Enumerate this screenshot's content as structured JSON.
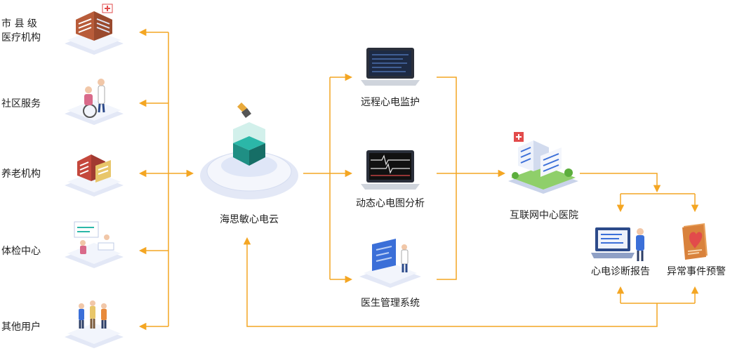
{
  "left_nodes": [
    {
      "label_line1": "市 县 级",
      "label_line2": "医疗机构",
      "icon": "hospital-building-icon"
    },
    {
      "label_line1": "社区服务",
      "label_line2": "",
      "icon": "wheelchair-care-icon"
    },
    {
      "label_line1": "养老机构",
      "label_line2": "",
      "icon": "elderly-home-building-icon"
    },
    {
      "label_line1": "体检中心",
      "label_line2": "",
      "icon": "checkup-room-icon"
    },
    {
      "label_line1": "其他用户",
      "label_line2": "",
      "icon": "people-group-icon"
    }
  ],
  "cloud": {
    "label": "海思敏心电云",
    "icon": "cloud-server-icon"
  },
  "services": [
    {
      "label": "远程心电监护",
      "icon": "laptop-monitor-icon"
    },
    {
      "label": "动态心电图分析",
      "icon": "laptop-ecg-icon"
    },
    {
      "label": "医生管理系统",
      "icon": "doctor-dashboard-icon"
    }
  ],
  "center_hospital": {
    "label": "互联网中心医院",
    "icon": "central-hospital-icon"
  },
  "outputs": [
    {
      "label": "心电诊断报告",
      "icon": "diagnosis-report-icon"
    },
    {
      "label": "异常事件预警",
      "icon": "warning-card-icon"
    }
  ],
  "colors": {
    "connector": "#f4a623",
    "platform": "#dfe6f7",
    "accent_teal": "#2bb7a8",
    "accent_blue": "#3b6fd8"
  }
}
